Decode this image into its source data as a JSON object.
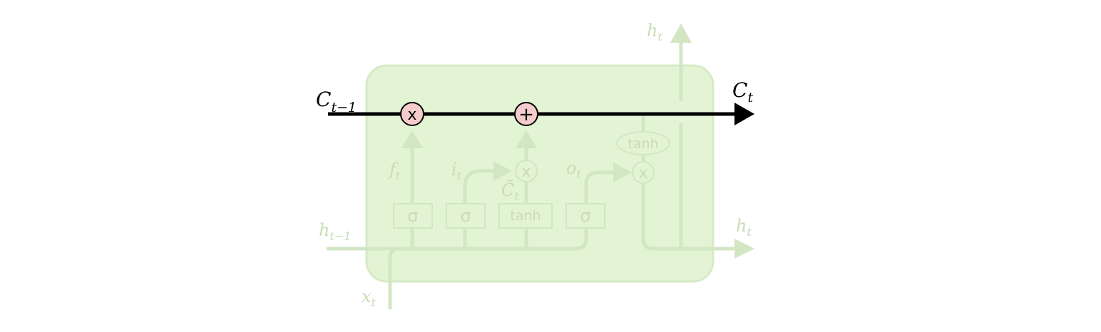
{
  "colors": {
    "background": "#ffffff",
    "cell_fill": "#e3f4d4",
    "cell_border": "#d6eac6",
    "faded_line": "#d3e6c4",
    "faded_text": "#c9dcb6",
    "cell_state_line": "#000000",
    "pointwise_op_fill": "#f4cccc",
    "pointwise_op_border": "#000000"
  },
  "labels": {
    "c_prev": {
      "base": "C",
      "sub": "t−1"
    },
    "c_t": {
      "base": "C",
      "sub": "t"
    },
    "h_prev": {
      "base": "h",
      "sub": "t−1"
    },
    "h_t_top": {
      "base": "h",
      "sub": "t"
    },
    "h_t_right": {
      "base": "h",
      "sub": "t"
    },
    "x_t": {
      "base": "x",
      "sub": "t"
    },
    "f_t": {
      "base": "f",
      "sub": "t"
    },
    "i_t": {
      "base": "i",
      "sub": "t"
    },
    "c_tilde": {
      "base": "C̃",
      "sub": "t"
    },
    "o_t": {
      "base": "o",
      "sub": "t"
    }
  },
  "gates": {
    "sigma_forget": "σ",
    "sigma_input": "σ",
    "tanh_candidate": "tanh",
    "sigma_output": "σ",
    "tanh_output": "tanh"
  },
  "ops": {
    "forget_multiply": "x",
    "state_add": "+",
    "input_multiply": "x",
    "output_multiply": "x"
  }
}
